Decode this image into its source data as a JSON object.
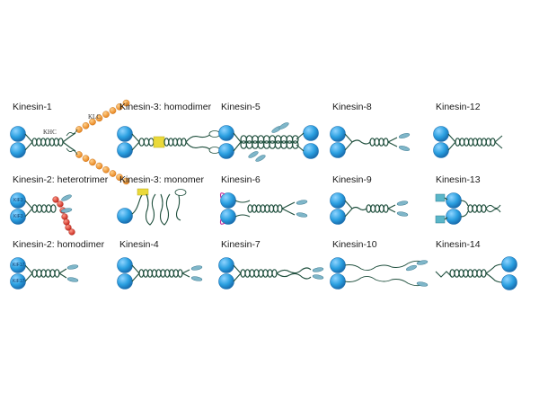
{
  "figure": {
    "rows": [
      [
        {
          "id": "kinesin-1",
          "title": "Kinesin-1",
          "motif": "kinesin1"
        },
        {
          "id": "kinesin-3-homodimer",
          "title": "Kinesin-3: homodimer",
          "motif": "k3homo"
        },
        {
          "id": "kinesin-5",
          "title": "Kinesin-5",
          "motif": "k5"
        },
        {
          "id": "kinesin-8",
          "title": "Kinesin-8",
          "motif": "k8"
        },
        {
          "id": "kinesin-12",
          "title": "Kinesin-12",
          "motif": "k12"
        }
      ],
      [
        {
          "id": "kinesin-2-heterotrimer",
          "title": "Kinesin-2: heterotrimer",
          "motif": "k2het"
        },
        {
          "id": "kinesin-3-monomer",
          "title": "Kinesin-3: monomer",
          "motif": "k3mono"
        },
        {
          "id": "kinesin-6",
          "title": "Kinesin-6",
          "motif": "k6"
        },
        {
          "id": "kinesin-9",
          "title": "Kinesin-9",
          "motif": "k9"
        },
        {
          "id": "kinesin-13",
          "title": "Kinesin-13",
          "motif": "k13"
        }
      ],
      [
        {
          "id": "kinesin-2-homodimer",
          "title": "Kinesin-2: homodimer",
          "motif": "k2homo"
        },
        {
          "id": "kinesin-4",
          "title": "Kinesin-4",
          "motif": "k4"
        },
        {
          "id": "kinesin-7",
          "title": "Kinesin-7",
          "motif": "k7"
        },
        {
          "id": "kinesin-10",
          "title": "Kinesin-10",
          "motif": "k10"
        },
        {
          "id": "kinesin-14",
          "title": "Kinesin-14",
          "motif": "k14"
        }
      ]
    ],
    "labels": {
      "khc": "KHC",
      "klc": "KLC",
      "kif3a": "KIF3",
      "kif3b": "KIF3",
      "kif17a": "KIF17",
      "kif17b": "KIF17"
    },
    "colors": {
      "head": "#2a9fe0",
      "head_light": "#8fd4ff",
      "stalk": "#1f4f3d",
      "tail": "#7fb6c9",
      "klc": "#f09a2e",
      "kap": "#e0392a",
      "fha": "#ead93a",
      "k13box": "#5ab6c8",
      "k6loop": "#c0309a"
    }
  }
}
